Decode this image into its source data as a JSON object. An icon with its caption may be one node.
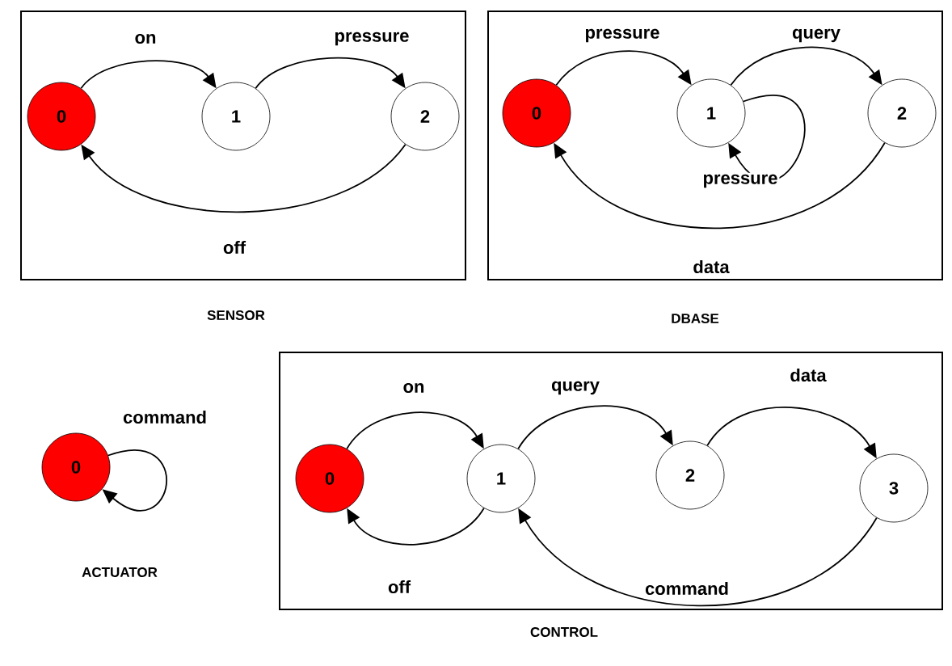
{
  "diagram": {
    "nodes": [
      {
        "text": [
          "SENSOR"
        ]
      },
      {
        "text": [
          "0"
        ],
        "in": 0
      },
      {
        "text": [
          "1"
        ],
        "in": 0
      },
      {
        "text": [
          "2"
        ],
        "in": 0
      },
      {
        "text": [
          "DBASE"
        ]
      },
      {
        "text": [
          "0"
        ],
        "in": 4
      },
      {
        "text": [
          "1"
        ],
        "in": 4
      },
      {
        "text": [
          "2"
        ],
        "in": 4
      },
      {
        "text": [
          "0"
        ]
      },
      {
        "text": [
          "CONTROL"
        ]
      },
      {
        "text": [
          "0"
        ],
        "in": 9
      },
      {
        "text": [
          "1"
        ],
        "in": 9
      },
      {
        "text": [
          "2"
        ],
        "in": 9
      },
      {
        "text": [
          "3"
        ],
        "in": 9
      }
    ],
    "edges": [
      {
        "from": 1,
        "to": 2,
        "arrow": "to",
        "label": "on"
      },
      {
        "from": 2,
        "to": 3,
        "arrow": "to",
        "label": "pressure"
      },
      {
        "from": 3,
        "to": 1,
        "arrow": "to",
        "label": "off"
      },
      {
        "from": 5,
        "to": 6,
        "arrow": "to",
        "label": "pressure"
      },
      {
        "from": 6,
        "to": 7,
        "arrow": "to",
        "label": "query"
      },
      {
        "from": 6,
        "to": 6,
        "arrow": "to",
        "label": "pressure"
      },
      {
        "from": 7,
        "to": 5,
        "arrow": "to",
        "label": "data"
      },
      {
        "from": 8,
        "to": 8,
        "arrow": "to",
        "label": "command"
      },
      {
        "from": 10,
        "to": 11,
        "arrow": "to",
        "label": "on"
      },
      {
        "from": 11,
        "to": 12,
        "arrow": "to",
        "label": "query"
      },
      {
        "from": 12,
        "to": 13,
        "arrow": "to",
        "label": "data"
      },
      {
        "from": 11,
        "to": 10,
        "arrow": "to",
        "label": "off"
      },
      {
        "from": 13,
        "to": 11,
        "arrow": "to",
        "label": "command"
      }
    ],
    "labels": [
      "ACTUATOR"
    ]
  }
}
